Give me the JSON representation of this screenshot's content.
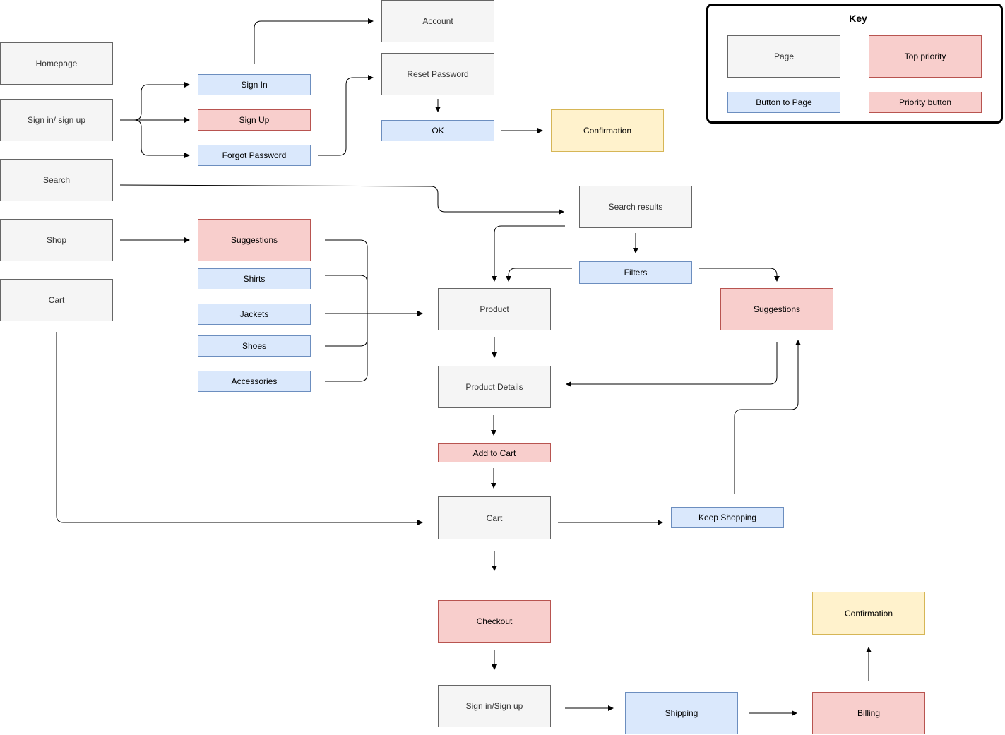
{
  "colors": {
    "page_fill": "#f5f5f5",
    "page_stroke": "#666666",
    "button_fill": "#dae8fc",
    "button_stroke": "#6c8ebf",
    "priority_fill": "#f8cecc",
    "priority_stroke": "#b85450",
    "confirmation_fill": "#fff2cc",
    "confirmation_stroke": "#d6b656"
  },
  "key": {
    "title": "Key",
    "page": "Page",
    "top_priority": "Top priority",
    "button_to_page": "Button to Page",
    "priority_button": "Priority button"
  },
  "nav": {
    "homepage": "Homepage",
    "signin_signup": "Sign in/ sign up",
    "search": "Search",
    "shop": "Shop",
    "cart": "Cart"
  },
  "auth": {
    "sign_in": "Sign In",
    "sign_up": "Sign Up",
    "forgot_password": "Forgot Password",
    "account": "Account",
    "reset_password": "Reset Password",
    "ok": "OK",
    "confirmation": "Confirmation"
  },
  "shop": {
    "suggestions": "Suggestions",
    "shirts": "Shirts",
    "jackets": "Jackets",
    "shoes": "Shoes",
    "accessories": "Accessories"
  },
  "search": {
    "results": "Search results",
    "filters": "Filters",
    "suggestions": "Suggestions"
  },
  "product": {
    "product": "Product",
    "details": "Product Details",
    "add_to_cart": "Add to Cart",
    "cart": "Cart",
    "keep_shopping": "Keep Shopping"
  },
  "checkout": {
    "checkout": "Checkout",
    "signin_signup": "Sign in/Sign up",
    "shipping": "Shipping",
    "billing": "Billing",
    "confirmation": "Confirmation"
  }
}
